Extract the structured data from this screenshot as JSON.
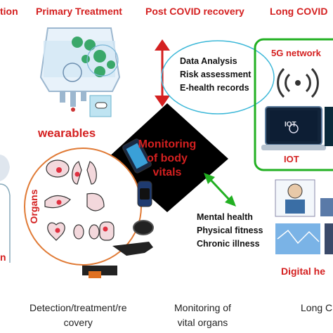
{
  "headers": {
    "left_fragment": "tion",
    "primary": "Primary Treatment",
    "post_covid": "Post COVID recovery",
    "long_covid": "Long COVID"
  },
  "analysis_items": [
    "Data Analysis",
    "Risk assessment",
    "E-health records"
  ],
  "network": {
    "label_5g": "5G network",
    "iot": "IOT",
    "iot_screen": "IOT"
  },
  "center": {
    "line1": "Monitoring",
    "line2": "of body",
    "line3": "vitals"
  },
  "wearables_label": "wearables",
  "organs_label": "Organs",
  "health_items": [
    "Mental health",
    "Physical fitness",
    "Chronic illness"
  ],
  "digital_label": "Digital he",
  "left_edge_fragment": "n",
  "captions": {
    "left": [
      "Detection/treatment/re",
      "covery"
    ],
    "middle": [
      "Monitoring of",
      "vital organs"
    ],
    "right": "Long C"
  },
  "colors": {
    "red": "#d42020",
    "green": "#22b022",
    "cyan": "#3db8d8",
    "black": "#000000"
  }
}
